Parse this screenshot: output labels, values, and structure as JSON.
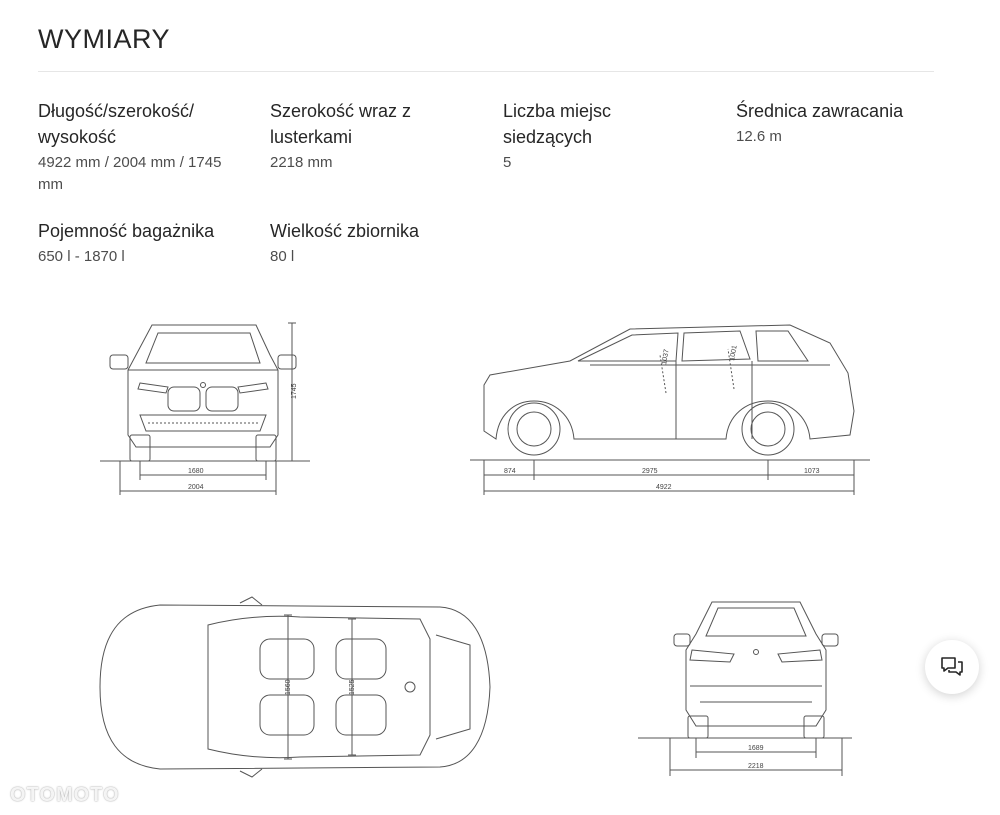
{
  "section": {
    "title": "WYMIARY"
  },
  "specs": [
    {
      "label": "Długość/szerokość/\nwysokość",
      "value": "4922 mm / 2004 mm / 1745\nmm"
    },
    {
      "label": "Szerokość wraz z\nlusterkami",
      "value": "2218 mm"
    },
    {
      "label": "Liczba miejsc\nsiedzących",
      "value": "5"
    },
    {
      "label": "Średnica zawracania",
      "value": "12.6 m"
    },
    {
      "label": "Pojemność bagażnika",
      "value": "650 l - 1870 l"
    },
    {
      "label": "Wielkość zbiornika",
      "value": "80 l"
    }
  ],
  "drawings": {
    "front": {
      "height": "1745",
      "track": "1680",
      "width": "2004"
    },
    "side": {
      "front_overhang": "874",
      "wheelbase": "2975",
      "rear_overhang": "1073",
      "length": "4922",
      "headroom_front": "1037",
      "headroom_rear": "1001"
    },
    "top": {
      "shoulder_front": "1560",
      "shoulder_rear": "1525"
    },
    "rear": {
      "track": "1689",
      "width_mirrors": "2218"
    }
  },
  "chat": {
    "icon": "chat-bubbles-icon"
  },
  "watermark": {
    "text": "OTOMOTO"
  }
}
